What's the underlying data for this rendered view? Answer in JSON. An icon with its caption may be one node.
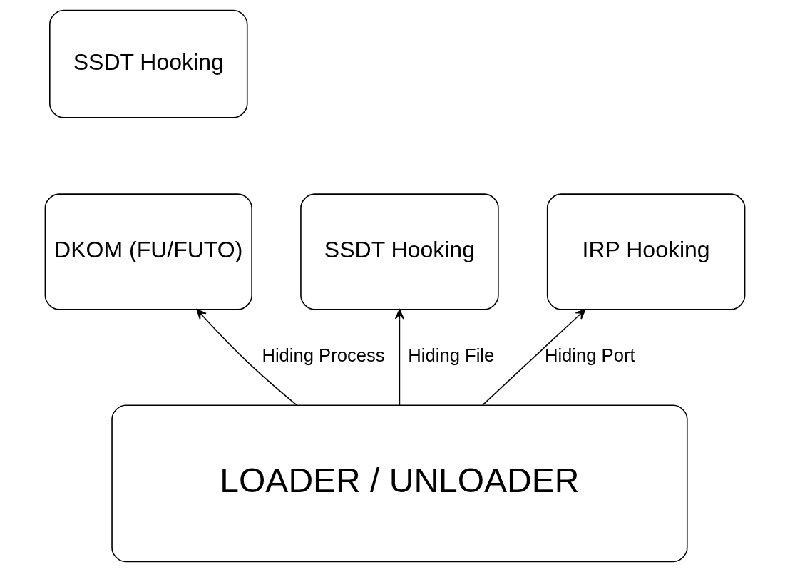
{
  "diagram": {
    "nodes": [
      {
        "text": [
          "SSDT Hooking"
        ]
      },
      {
        "text": [
          "DKOM (FU/FUTO)"
        ]
      },
      {
        "text": [
          "SSDT Hooking"
        ]
      },
      {
        "text": [
          "IRP Hooking"
        ]
      },
      {
        "text": [
          "LOADER / UNLOADER"
        ]
      }
    ],
    "edges": [
      {
        "from": 4,
        "to": 1,
        "arrow": "to",
        "label": "Hiding Process"
      },
      {
        "from": 4,
        "to": 2,
        "arrow": "to",
        "label": "Hiding File"
      },
      {
        "from": 4,
        "to": 3,
        "arrow": "to",
        "label": "Hiding Port"
      }
    ]
  }
}
